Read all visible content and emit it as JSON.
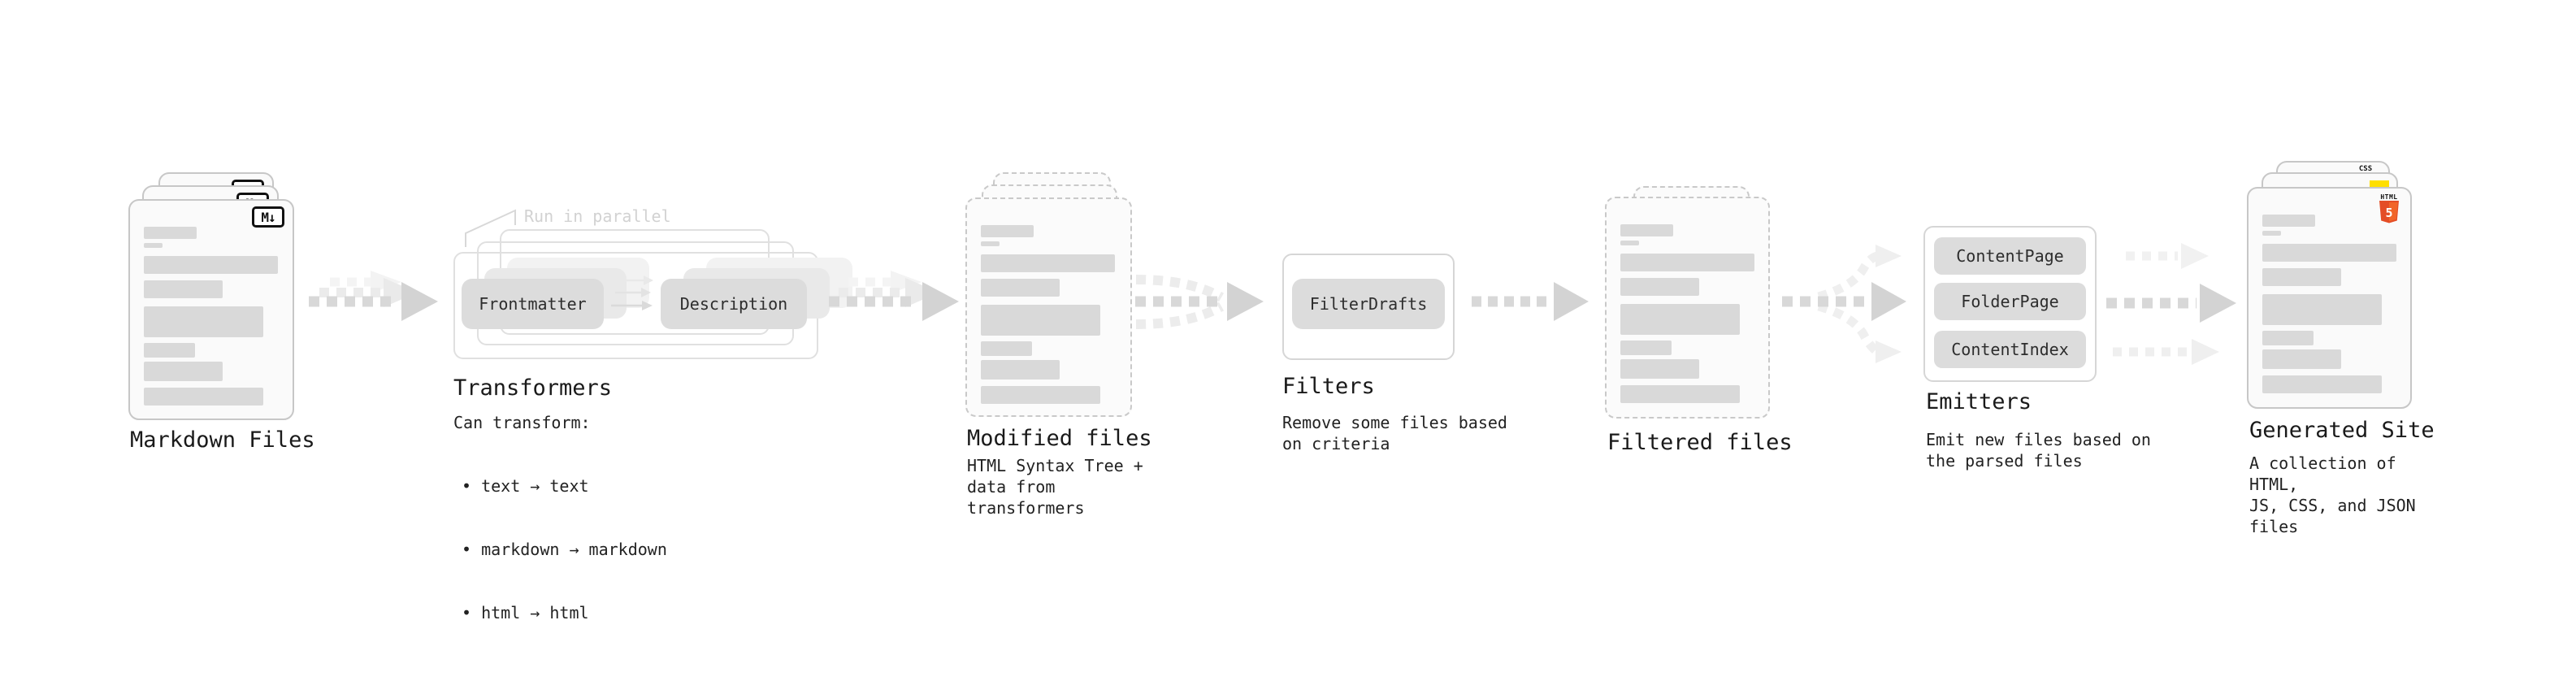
{
  "diagram": {
    "nodes": {
      "markdown_files": {
        "label": "Markdown Files",
        "badge": "M↓"
      },
      "transformers": {
        "label": "Transformers",
        "annotation": "Run in parallel",
        "chip_frontmatter": "Frontmatter",
        "chip_description": "Description",
        "sub_heading": "Can transform:",
        "bullets": [
          "• text → text",
          "• markdown → markdown",
          "• html → html"
        ]
      },
      "modified_files": {
        "label": "Modified files",
        "description": "HTML Syntax Tree +\ndata from transformers"
      },
      "filters": {
        "label": "Filters",
        "chip": "FilterDrafts",
        "description": "Remove some files based\non criteria"
      },
      "filtered_files": {
        "label": "Filtered files"
      },
      "emitters": {
        "label": "Emitters",
        "chips": [
          "ContentPage",
          "FolderPage",
          "ContentIndex"
        ],
        "description": "Emit new files based on\nthe parsed files"
      },
      "generated_site": {
        "label": "Generated Site",
        "description": "A collection of HTML,\nJS, CSS, and JSON files",
        "badge_css": "CSS",
        "badge_html_word": "HTML",
        "badge_html_number": "5"
      }
    },
    "colors": {
      "background": "#ffffff",
      "card_fill": "#fafafa",
      "card_border": "#c7c7c7",
      "placeholder_bar": "#d9d9d9",
      "chip_fill": "#dcdcdc",
      "arrow_gray": "#d6d6d6",
      "arrow_ghost": "#ededed",
      "annotation_gray": "#d2d2d2",
      "text": "#1a1a1a",
      "css_blue": "#2b63e8",
      "js_yellow": "#ffdf00",
      "html5_orange": "#e44d26"
    }
  }
}
